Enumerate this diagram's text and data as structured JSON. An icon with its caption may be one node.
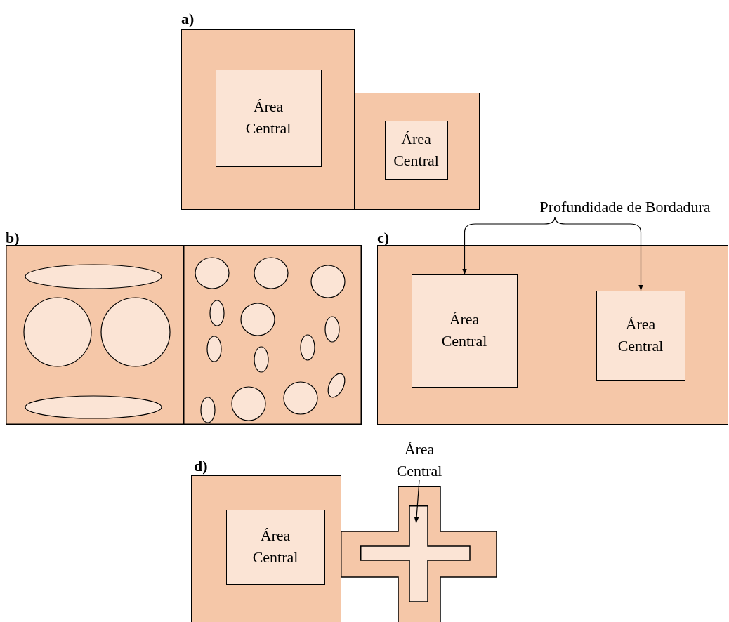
{
  "diagram": {
    "nodes": [
      {
        "text": [],
        "shape": "box"
      },
      {
        "text": [
          "Área Central"
        ],
        "in": 0
      },
      {
        "text": [],
        "shape": "box"
      },
      {
        "text": [
          "Área Central"
        ],
        "in": 2
      },
      {
        "text": [
          "Profundidade de Bordadura"
        ]
      },
      {
        "text": [],
        "shape": "box"
      },
      {
        "text": [
          "Área Central"
        ],
        "in": 5
      },
      {
        "text": [],
        "shape": "box"
      },
      {
        "text": [
          "Área Central"
        ],
        "in": 7
      },
      {
        "text": [],
        "shape": "box"
      },
      {
        "text": [
          "Área Central"
        ],
        "in": 9
      },
      {
        "text": [
          "Área Central"
        ]
      },
      {
        "text": [],
        "shape": "cross"
      },
      {
        "text": [],
        "shape": "cross",
        "in": 12
      }
    ],
    "edges": [
      {
        "from": 4,
        "to": 6,
        "arrow": "to"
      },
      {
        "from": 4,
        "to": 8,
        "arrow": "to"
      },
      {
        "from": 11,
        "to": 13,
        "arrow": "to"
      }
    ],
    "labels": [
      "a)",
      "b)",
      "c)",
      "d)"
    ]
  }
}
